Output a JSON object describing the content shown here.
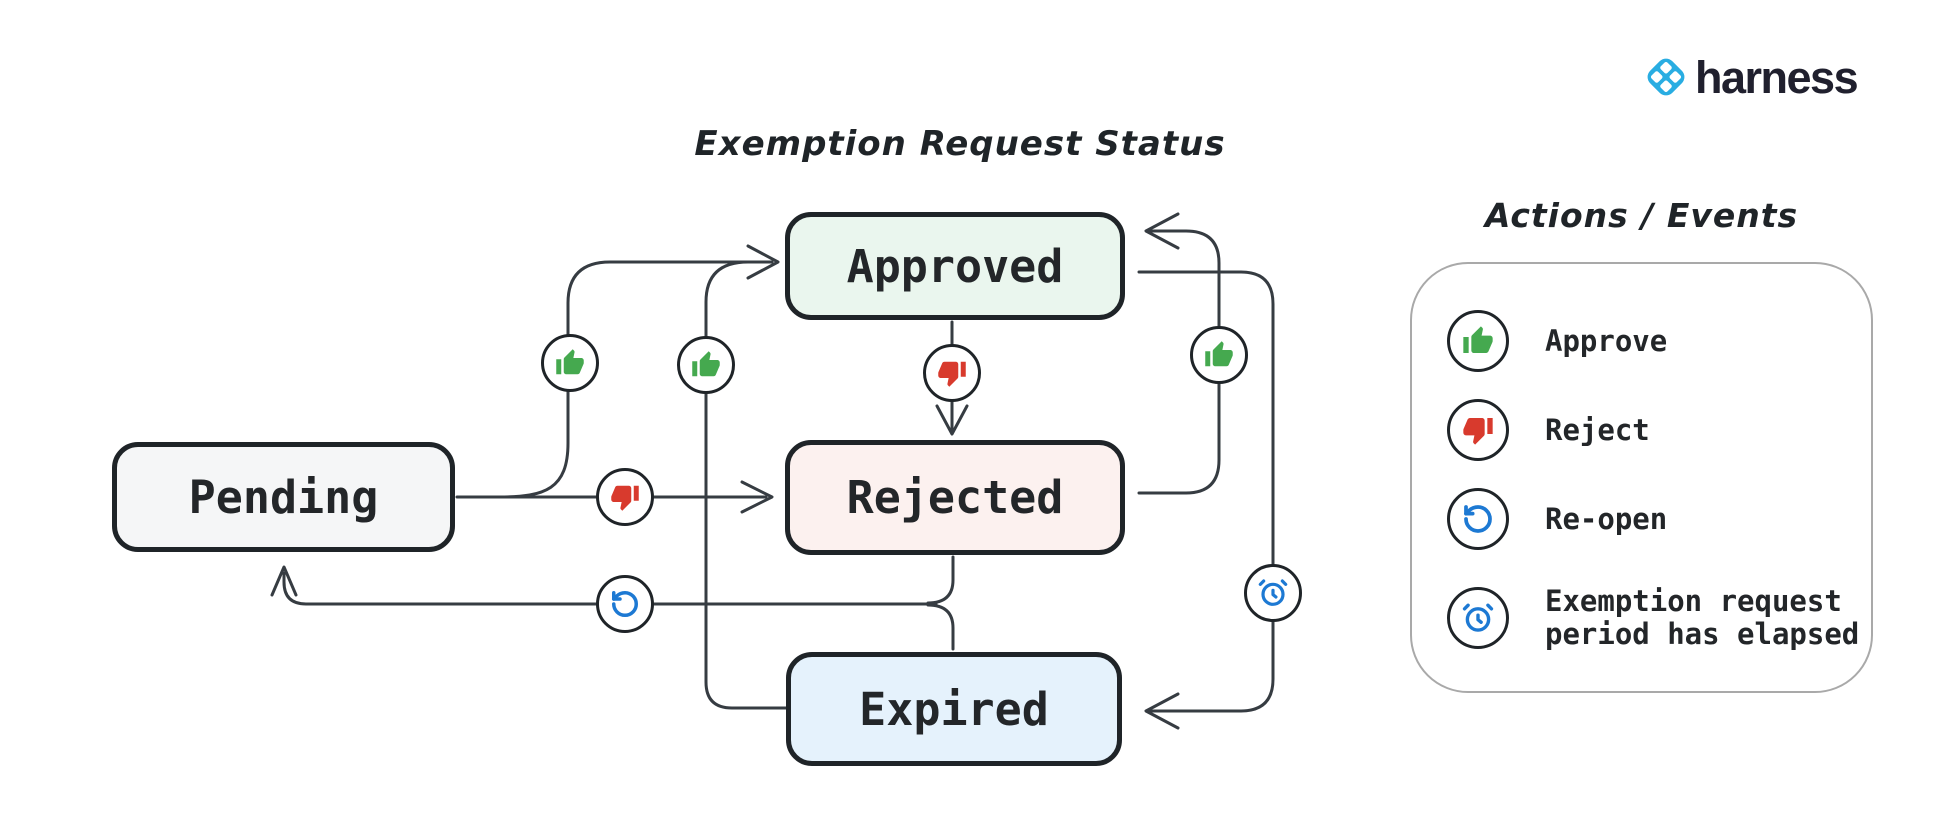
{
  "brand": {
    "name": "harness",
    "logo_color": "#29ade2"
  },
  "diagram": {
    "title": "Exemption Request Status",
    "states": [
      {
        "id": "approved",
        "label": "Approved",
        "fill": "#eaf6ee"
      },
      {
        "id": "pending",
        "label": "Pending",
        "fill": "#f5f6f7"
      },
      {
        "id": "rejected",
        "label": "Rejected",
        "fill": "#fcf1ef"
      },
      {
        "id": "expired",
        "label": "Expired",
        "fill": "#e5f2fc"
      }
    ],
    "edges": [
      {
        "from": "Pending",
        "to": "Approved",
        "action": "Approve"
      },
      {
        "from": "Pending",
        "to": "Rejected",
        "action": "Reject"
      },
      {
        "from": "Approved",
        "to": "Rejected",
        "action": "Reject"
      },
      {
        "from": "Rejected",
        "to": "Approved",
        "action": "Approve"
      },
      {
        "from": "Expired",
        "to": "Approved",
        "action": "Approve"
      },
      {
        "from": "Approved",
        "to": "Expired",
        "action": "Exemption request period has elapsed"
      },
      {
        "from": "Rejected",
        "to": "Pending",
        "action": "Re-open"
      },
      {
        "from": "Expired",
        "to": "Pending",
        "action": "Re-open"
      }
    ]
  },
  "legend": {
    "title": "Actions / Events",
    "items": [
      {
        "icon": "thumbs-up-icon",
        "label": "Approve",
        "color": "#45a94f"
      },
      {
        "icon": "thumbs-down-icon",
        "label": "Reject",
        "color": "#d83a2d"
      },
      {
        "icon": "rotate-ccw-icon",
        "label": "Re-open",
        "color": "#1d79d3"
      },
      {
        "icon": "alarm-clock-icon",
        "label": "Exemption request\nperiod has elapsed",
        "color": "#1d79d3"
      }
    ]
  },
  "colors": {
    "approve_green": "#45a94f",
    "reject_red": "#d83a2d",
    "event_blue": "#1d79d3",
    "stroke_dark": "#1f2428",
    "brand_blue": "#29ade2"
  }
}
